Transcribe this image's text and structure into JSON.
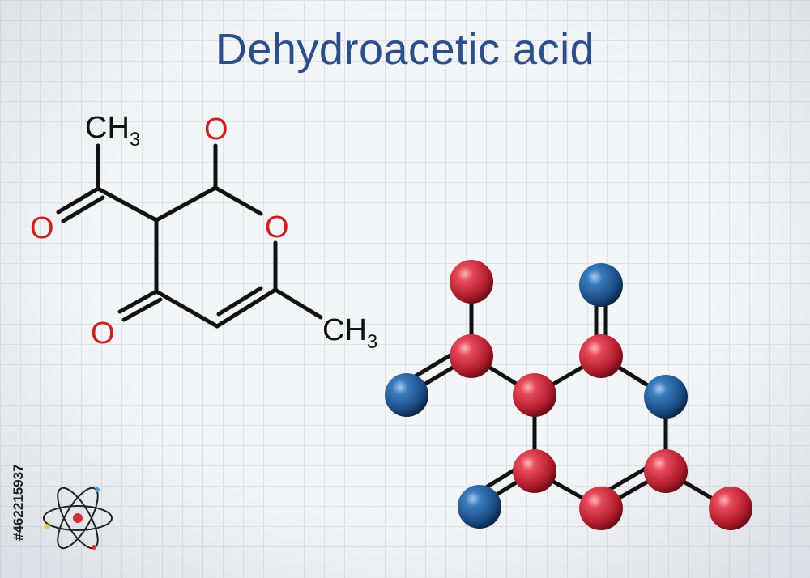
{
  "title": "Dehydroacetic acid",
  "structural_formula": {
    "labels": {
      "methyl_top": {
        "main": "CH",
        "sub": "3"
      },
      "methyl_right": {
        "main": "CH",
        "sub": "3"
      },
      "ring_oxygen": "O",
      "lactone_carbonyl_oxygen": "O",
      "acetyl_oxygen": "O",
      "ketone_oxygen": "O"
    },
    "colors": {
      "bond": "#111111",
      "carbon_label": "#111111",
      "oxygen_label": "#cc1f1f"
    }
  },
  "ball_and_stick": {
    "colors": {
      "carbon": "#d92b3a",
      "oxygen": "#1e5a96",
      "stick": "#111111"
    }
  },
  "stock_id": "#462215937",
  "icons": [
    "atom-logo-icon"
  ],
  "colors": {
    "title": "#2c4f8c",
    "grid_line": "#dfe1e6",
    "background": "#f4f5f7"
  }
}
